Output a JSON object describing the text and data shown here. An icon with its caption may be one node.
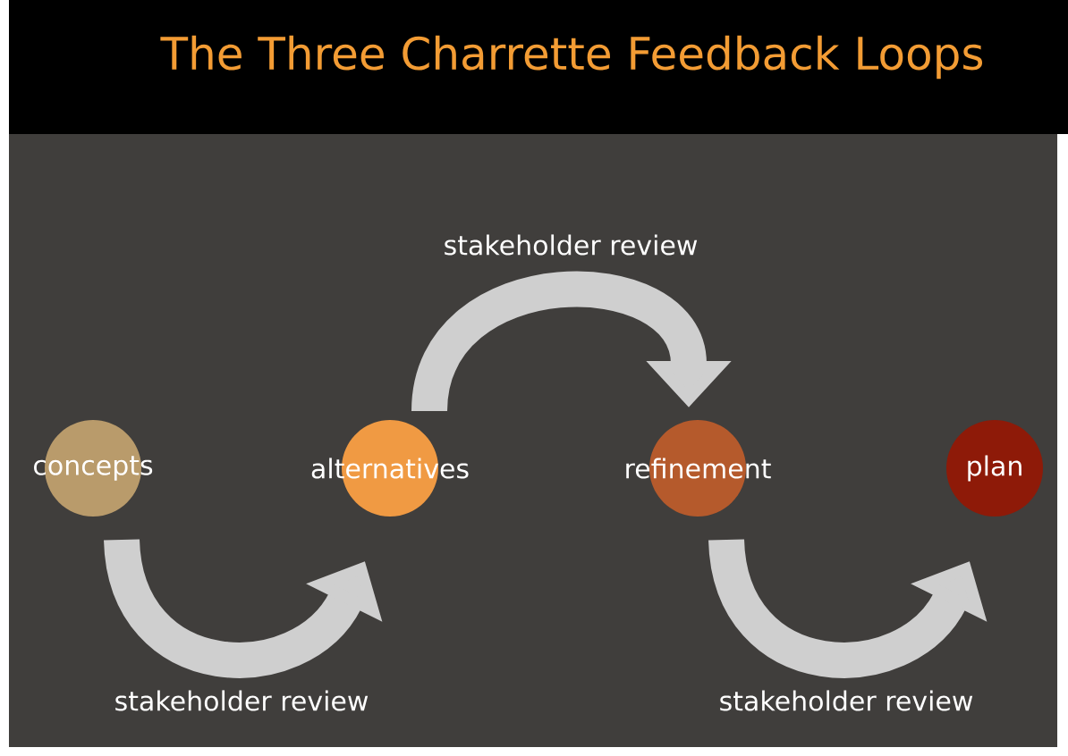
{
  "diagram": {
    "title": "The Three Charrette Feedback Loops",
    "nodes": [
      {
        "text": [
          "concepts"
        ]
      },
      {
        "text": [
          "alternatives"
        ]
      },
      {
        "text": [
          "refinement"
        ]
      },
      {
        "text": [
          "plan"
        ]
      }
    ],
    "edges": [
      {
        "from": 0,
        "to": 1,
        "arrow": "to",
        "label": "stakeholder review"
      },
      {
        "from": 1,
        "to": 2,
        "arrow": "to",
        "label": "stakeholder review"
      },
      {
        "from": 2,
        "to": 3,
        "arrow": "to",
        "label": "stakeholder review"
      }
    ]
  }
}
